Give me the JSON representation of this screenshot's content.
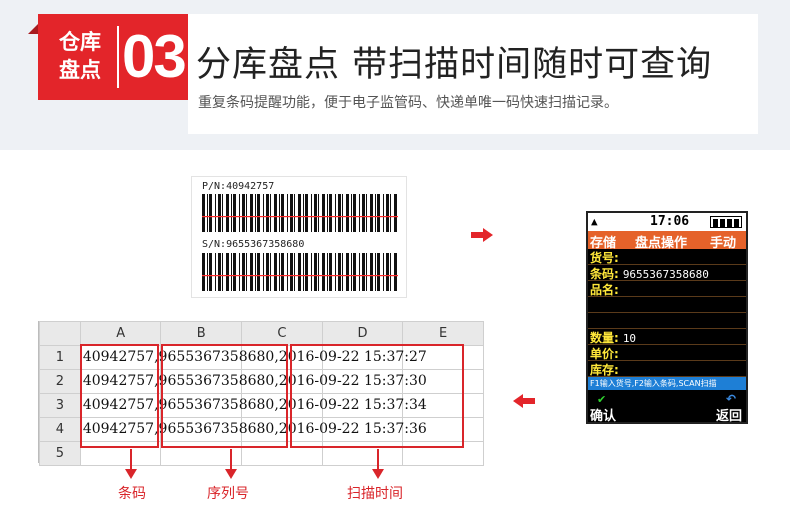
{
  "badge": {
    "line1": "仓库",
    "line2": "盘点",
    "number": "03"
  },
  "title": "分库盘点  带扫描时间随时可查询",
  "subtitle": "重复条码提醒功能，便于电子监管码、快递单唯一码快速扫描记录。",
  "label": {
    "pn": "P/N:40942757",
    "sn": "S/N:9655367358680"
  },
  "device": {
    "time": "17:06",
    "header": {
      "left": "存储",
      "center": "盘点操作",
      "right": "手动"
    },
    "rows": [
      {
        "label": "货号:",
        "value": ""
      },
      {
        "label": "条码:",
        "value": "9655367358680"
      },
      {
        "label": "品名:",
        "value": ""
      },
      {
        "label": "",
        "value": ""
      },
      {
        "label": "",
        "value": ""
      },
      {
        "label": "数量:",
        "value": "10"
      },
      {
        "label": "单价:",
        "value": ""
      },
      {
        "label": "库存:",
        "value": ""
      }
    ],
    "hint": "F1输入货号,F2输入条码,SCAN扫描",
    "confirm": "确认",
    "back": "返回"
  },
  "sheet": {
    "columns": [
      "A",
      "B",
      "C",
      "D",
      "E"
    ],
    "rows": [
      {
        "num": "1",
        "text": "40942757,9655367358680,2016-09-22 15:37:27"
      },
      {
        "num": "2",
        "text": "40942757,9655367358680,2016-09-22 15:37:30"
      },
      {
        "num": "3",
        "text": "40942757,9655367358680,2016-09-22 15:37:34"
      },
      {
        "num": "4",
        "text": "40942757,9655367358680,2016-09-22 15:37:36"
      },
      {
        "num": "5",
        "text": ""
      }
    ]
  },
  "captions": {
    "barcode": "条码",
    "serial": "序列号",
    "scan_time": "扫描时间"
  },
  "colors": {
    "accent": "#e3252a",
    "device_header": "#e5622a",
    "device_label": "#ffe83a",
    "hint_bar": "#1e7fd6"
  }
}
